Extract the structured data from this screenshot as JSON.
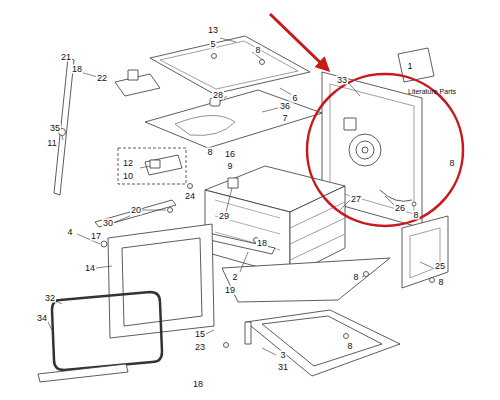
{
  "diagram": {
    "labels": [
      "13",
      "5",
      "8",
      "6",
      "1",
      "Literature Parts",
      "33",
      "21",
      "18",
      "22",
      "28",
      "36",
      "7",
      "35",
      "11",
      "12",
      "10",
      "8",
      "16",
      "9",
      "24",
      "8",
      "26",
      "8",
      "30",
      "20",
      "17",
      "29",
      "27",
      "18",
      "4",
      "14",
      "2",
      "19",
      "8",
      "25",
      "8",
      "32",
      "34",
      "15",
      "18",
      "23",
      "3",
      "31",
      "8"
    ]
  }
}
